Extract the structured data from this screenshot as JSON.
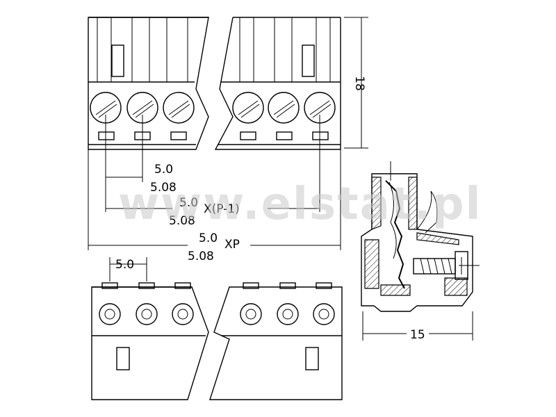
{
  "watermark": "www.elstat.pl",
  "dimensions": {
    "height_18": "18",
    "pitch_a": "5.0",
    "pitch_b": "5.08",
    "span_a": "5.0",
    "span_b": "5.08",
    "span_formula": "X(P-1)",
    "total_a": "5.0",
    "total_b": "5.08",
    "total_formula": "XP",
    "bottom_pitch": "5.0",
    "side_width": "15"
  }
}
